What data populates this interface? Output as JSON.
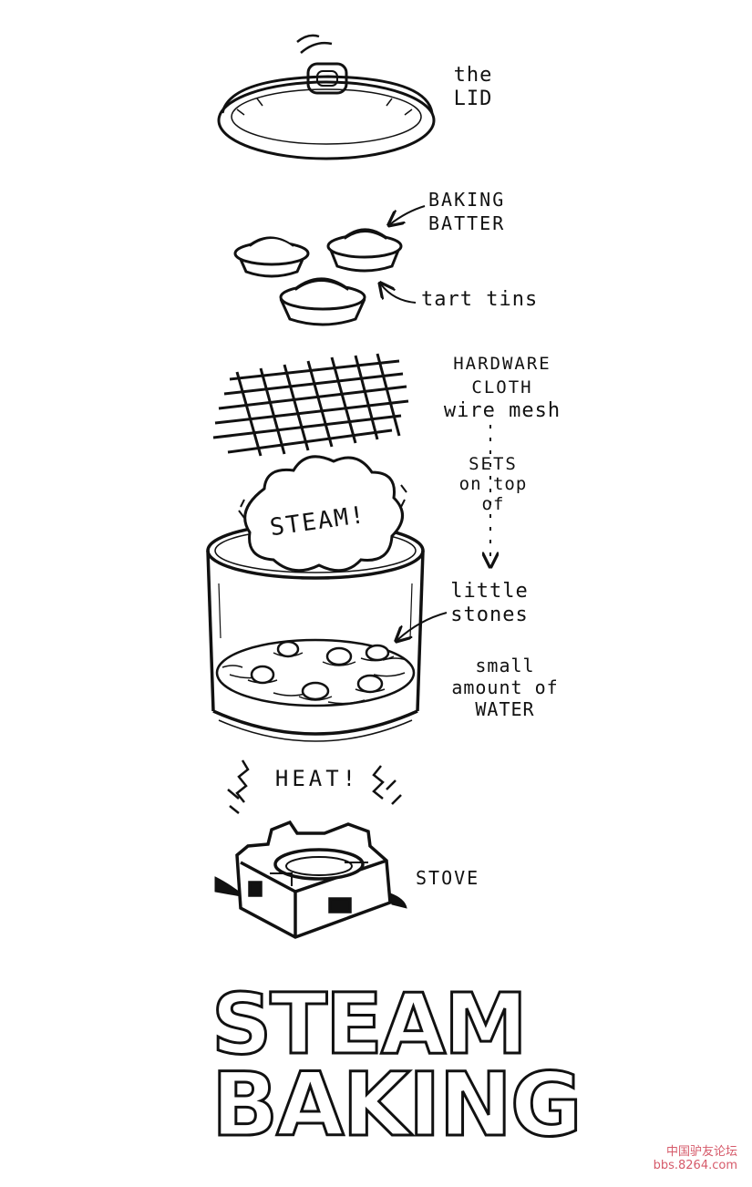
{
  "labels": {
    "lid": [
      "the",
      "LID"
    ],
    "batter": [
      "BAKING",
      "BATTER"
    ],
    "tins": "tart tins",
    "mesh": [
      "HARDWARE",
      "CLOTH",
      "wire mesh"
    ],
    "sets": [
      "SETS",
      "on top",
      "of"
    ],
    "stones": [
      "little",
      "stones"
    ],
    "water": [
      "small",
      "amount of",
      "WATER"
    ],
    "steam": "STEAM!",
    "heat": "HEAT!",
    "stove": "STOVE"
  },
  "title": [
    "STEAM",
    "BAKING"
  ],
  "watermark": [
    "中国驴友论坛",
    "bbs.8264.com"
  ],
  "colors": {
    "ink": "#111111",
    "paper": "#ffffff",
    "watermark": "#d65a6a"
  }
}
